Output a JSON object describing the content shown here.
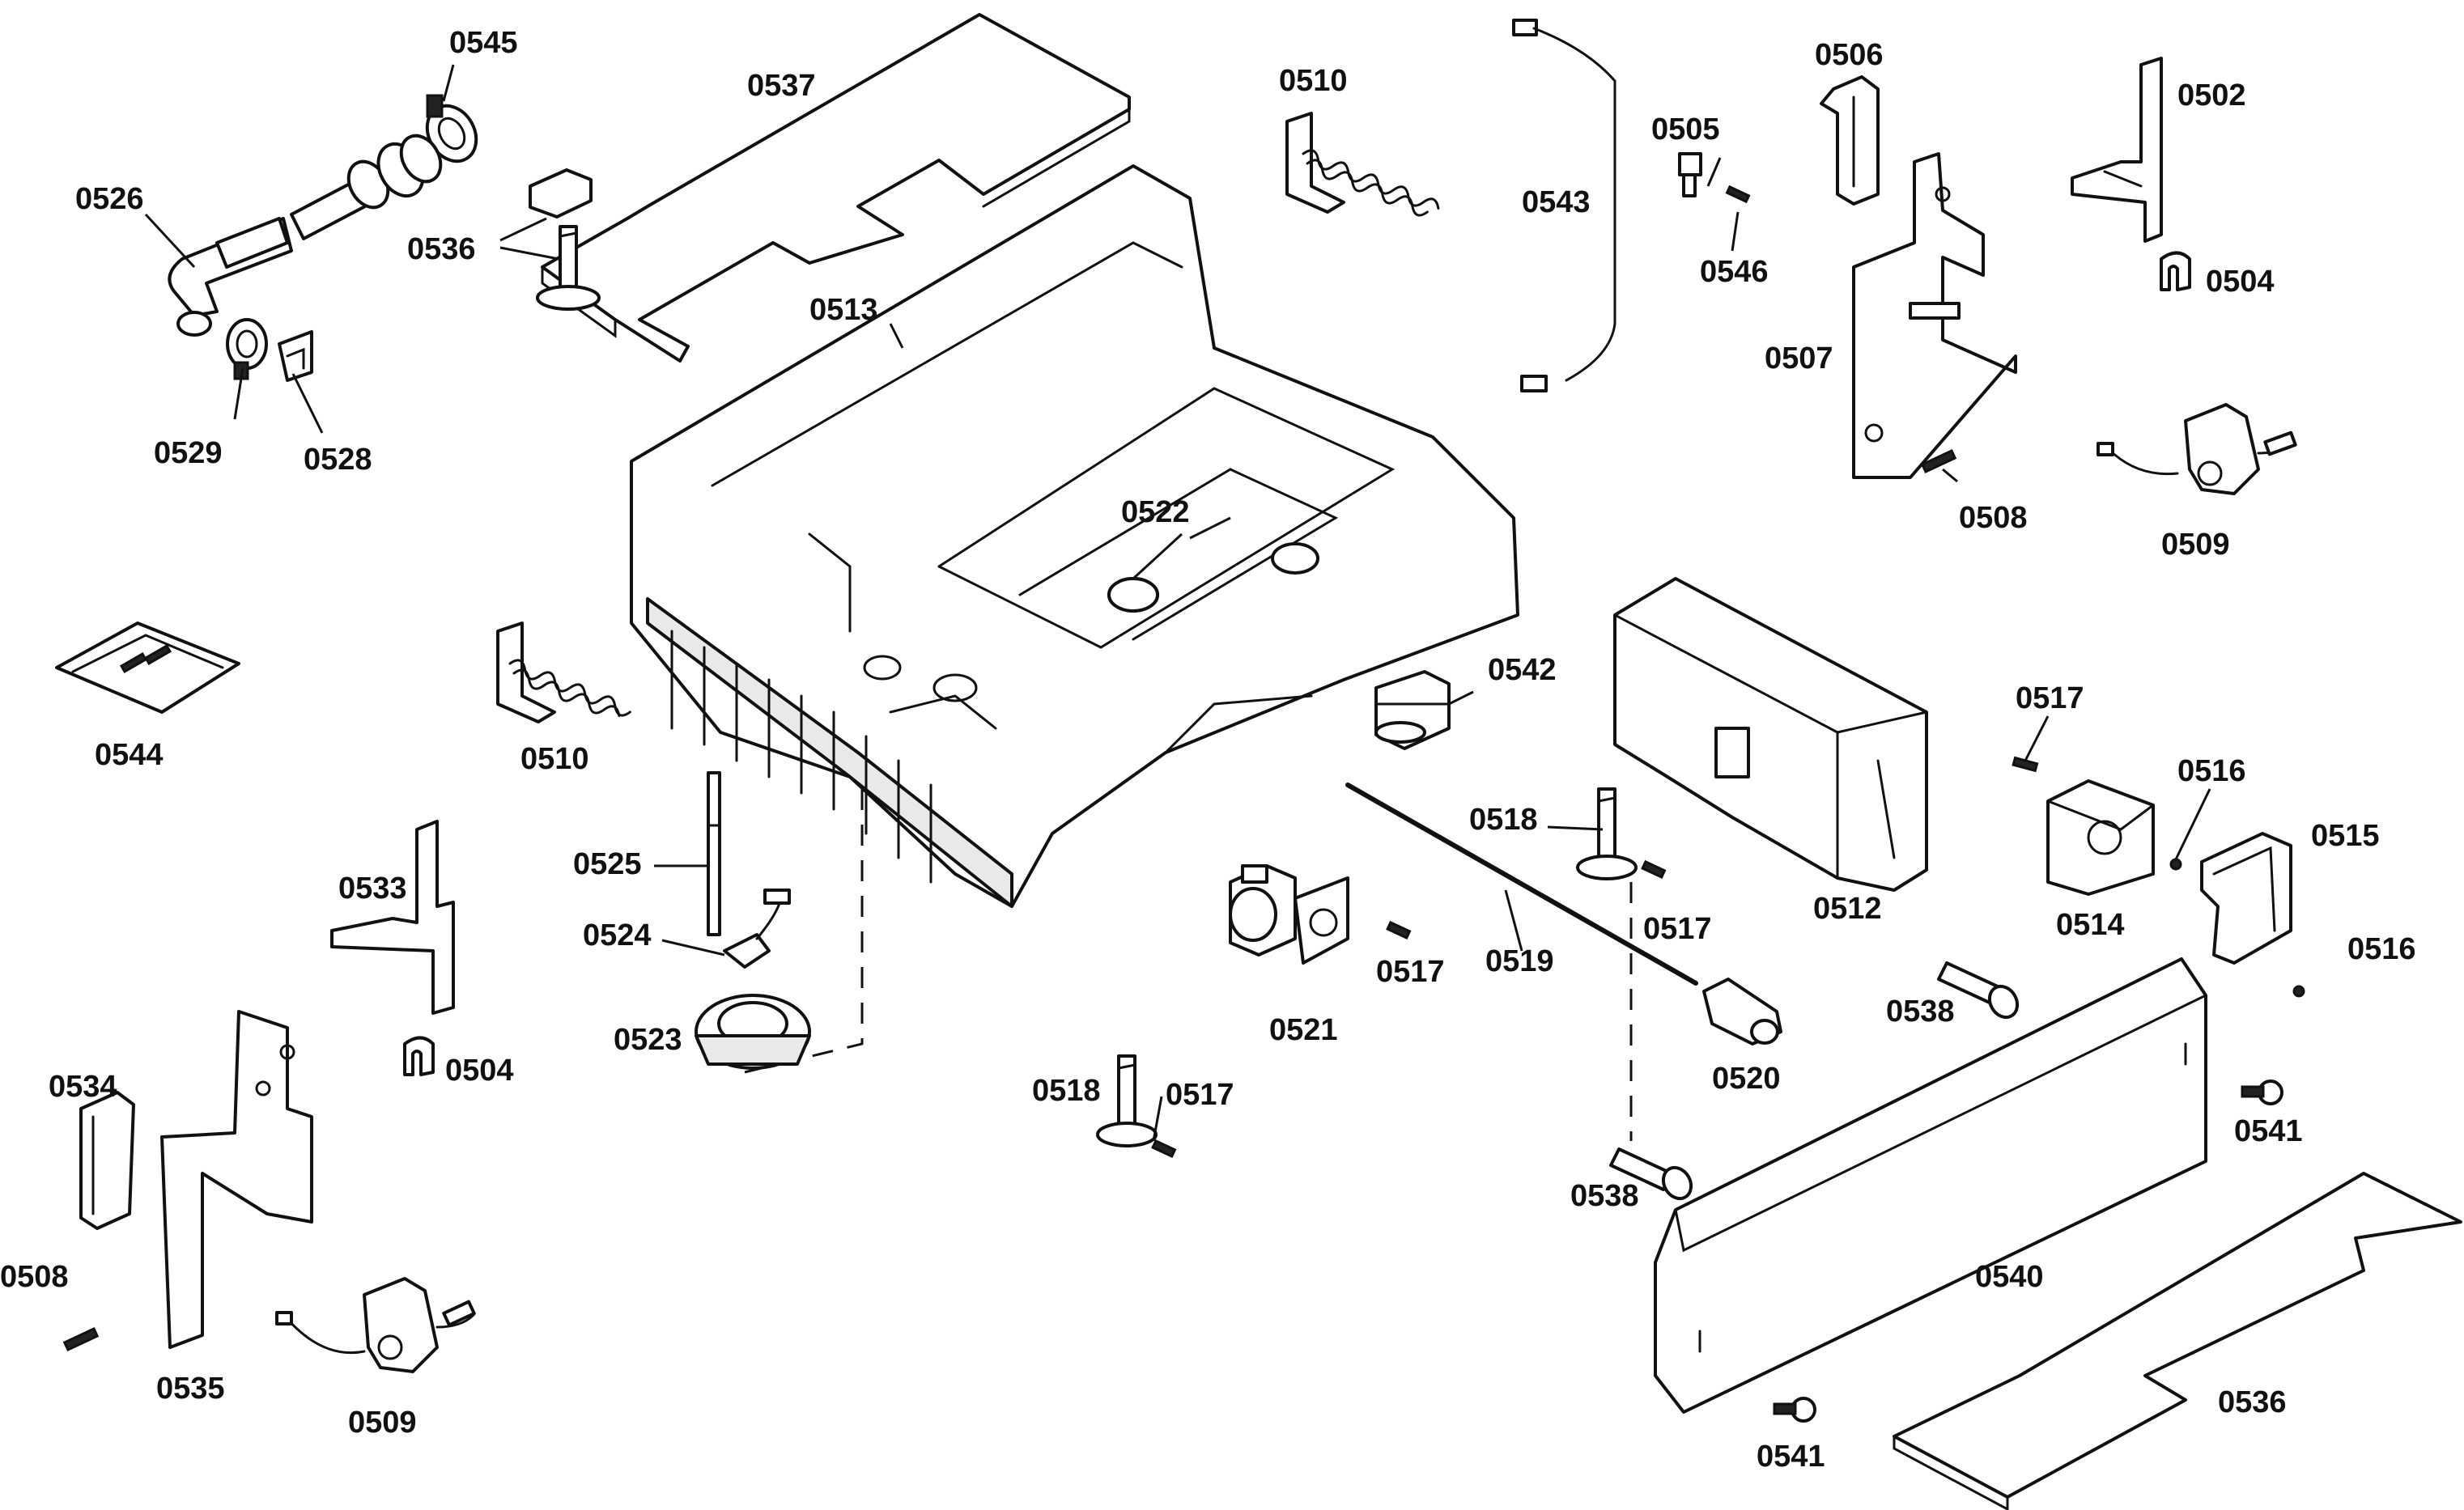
{
  "diagram": {
    "labels": [
      "0545",
      "0537",
      "0510",
      "0543",
      "0505",
      "0506",
      "0502",
      "0526",
      "0536",
      "0546",
      "0504",
      "0513",
      "0507",
      "0529",
      "0528",
      "0522",
      "0508",
      "0509",
      "0542",
      "0544",
      "0510",
      "0517",
      "0516",
      "0518",
      "0515",
      "0525",
      "0533",
      "0517",
      "0512",
      "0514",
      "0524",
      "0517",
      "0519",
      "0538",
      "0516",
      "0521",
      "0504",
      "0523",
      "0520",
      "0534",
      "0518",
      "0517",
      "0541",
      "0538",
      "0540",
      "0508",
      "0535",
      "0509",
      "0541",
      "0536"
    ]
  }
}
